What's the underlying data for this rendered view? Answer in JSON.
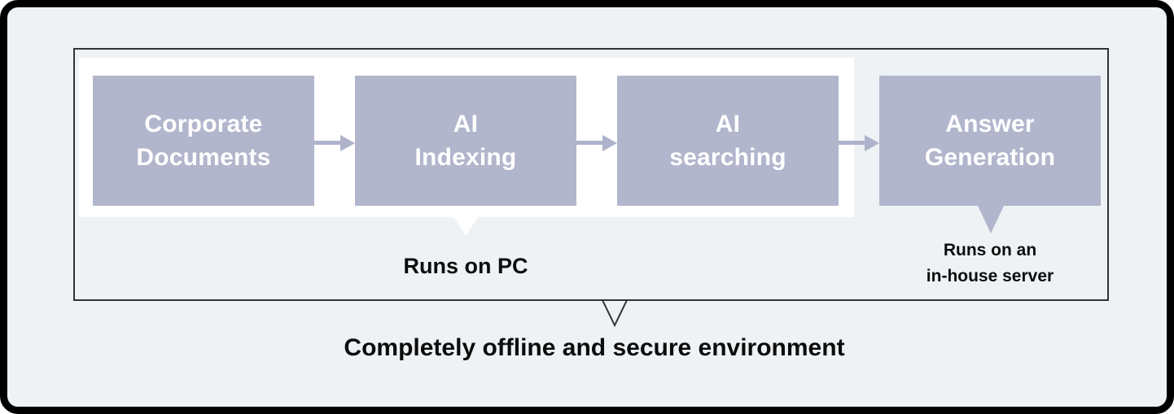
{
  "diagram": {
    "title": "Completely offline and secure environment",
    "colors": {
      "canvas_background": "#eef2f5",
      "outer_border": "#000000",
      "box_fill": "#b2b6cc",
      "box_text": "#ffffff",
      "band_fill": "#ffffff",
      "arrow": "#aeb2ca",
      "caption_text": "#0c0c0c",
      "region_outline": "#333333"
    },
    "steps": [
      {
        "id": "corporate-documents",
        "line1": "Corporate",
        "line2": "Documents"
      },
      {
        "id": "ai-indexing",
        "line1": "AI",
        "line2": "Indexing"
      },
      {
        "id": "ai-searching",
        "line1": "AI",
        "line2": "searching"
      },
      {
        "id": "answer-generation",
        "line1": "Answer",
        "line2": "Generation"
      }
    ],
    "arrows": [
      {
        "id": "arrow-documents-to-indexing",
        "glyph": "arrow-right-icon"
      },
      {
        "id": "arrow-indexing-to-searching",
        "glyph": "arrow-right-icon"
      },
      {
        "id": "arrow-searching-to-generation",
        "glyph": "arrow-right-icon"
      }
    ],
    "callouts": {
      "pc": {
        "id": "runs-on-pc",
        "text": "Runs on PC",
        "covers": [
          "corporate-documents",
          "ai-indexing",
          "ai-searching"
        ]
      },
      "server": {
        "id": "runs-on-in-house-server",
        "line1": "Runs on an",
        "line2": "in-house server",
        "covers": [
          "answer-generation"
        ]
      },
      "environment": {
        "id": "offline-secure-environment",
        "text": "Completely offline and secure environment"
      }
    }
  }
}
